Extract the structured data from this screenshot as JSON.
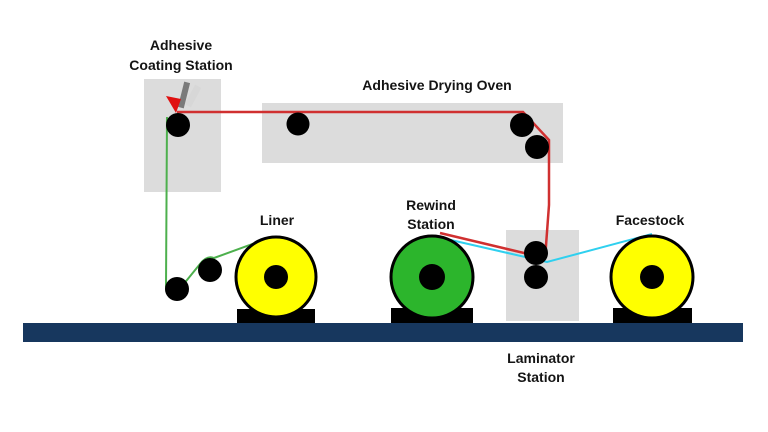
{
  "labels": {
    "coating_station_line1": "Adhesive",
    "coating_station_line2": "Coating Station",
    "drying_oven": "Adhesive Drying Oven",
    "liner": "Liner",
    "rewind_line1": "Rewind",
    "rewind_line2": "Station",
    "facestock": "Facestock",
    "laminator_line1": "Laminator",
    "laminator_line2": "Station"
  },
  "colors": {
    "station_gray": "#dcdcdc",
    "floor_navy": "#17375e",
    "web_red": "#d03030",
    "web_green": "#4db04d",
    "web_cyan": "#2fd0ef",
    "roll_yellow": "#ffff00",
    "roll_green": "#2cb52c",
    "blade_gray": "#7a7a7a",
    "blade_highlight": "#d6d6d6",
    "adhesive_red": "#e01010",
    "roller_black": "#000000"
  }
}
